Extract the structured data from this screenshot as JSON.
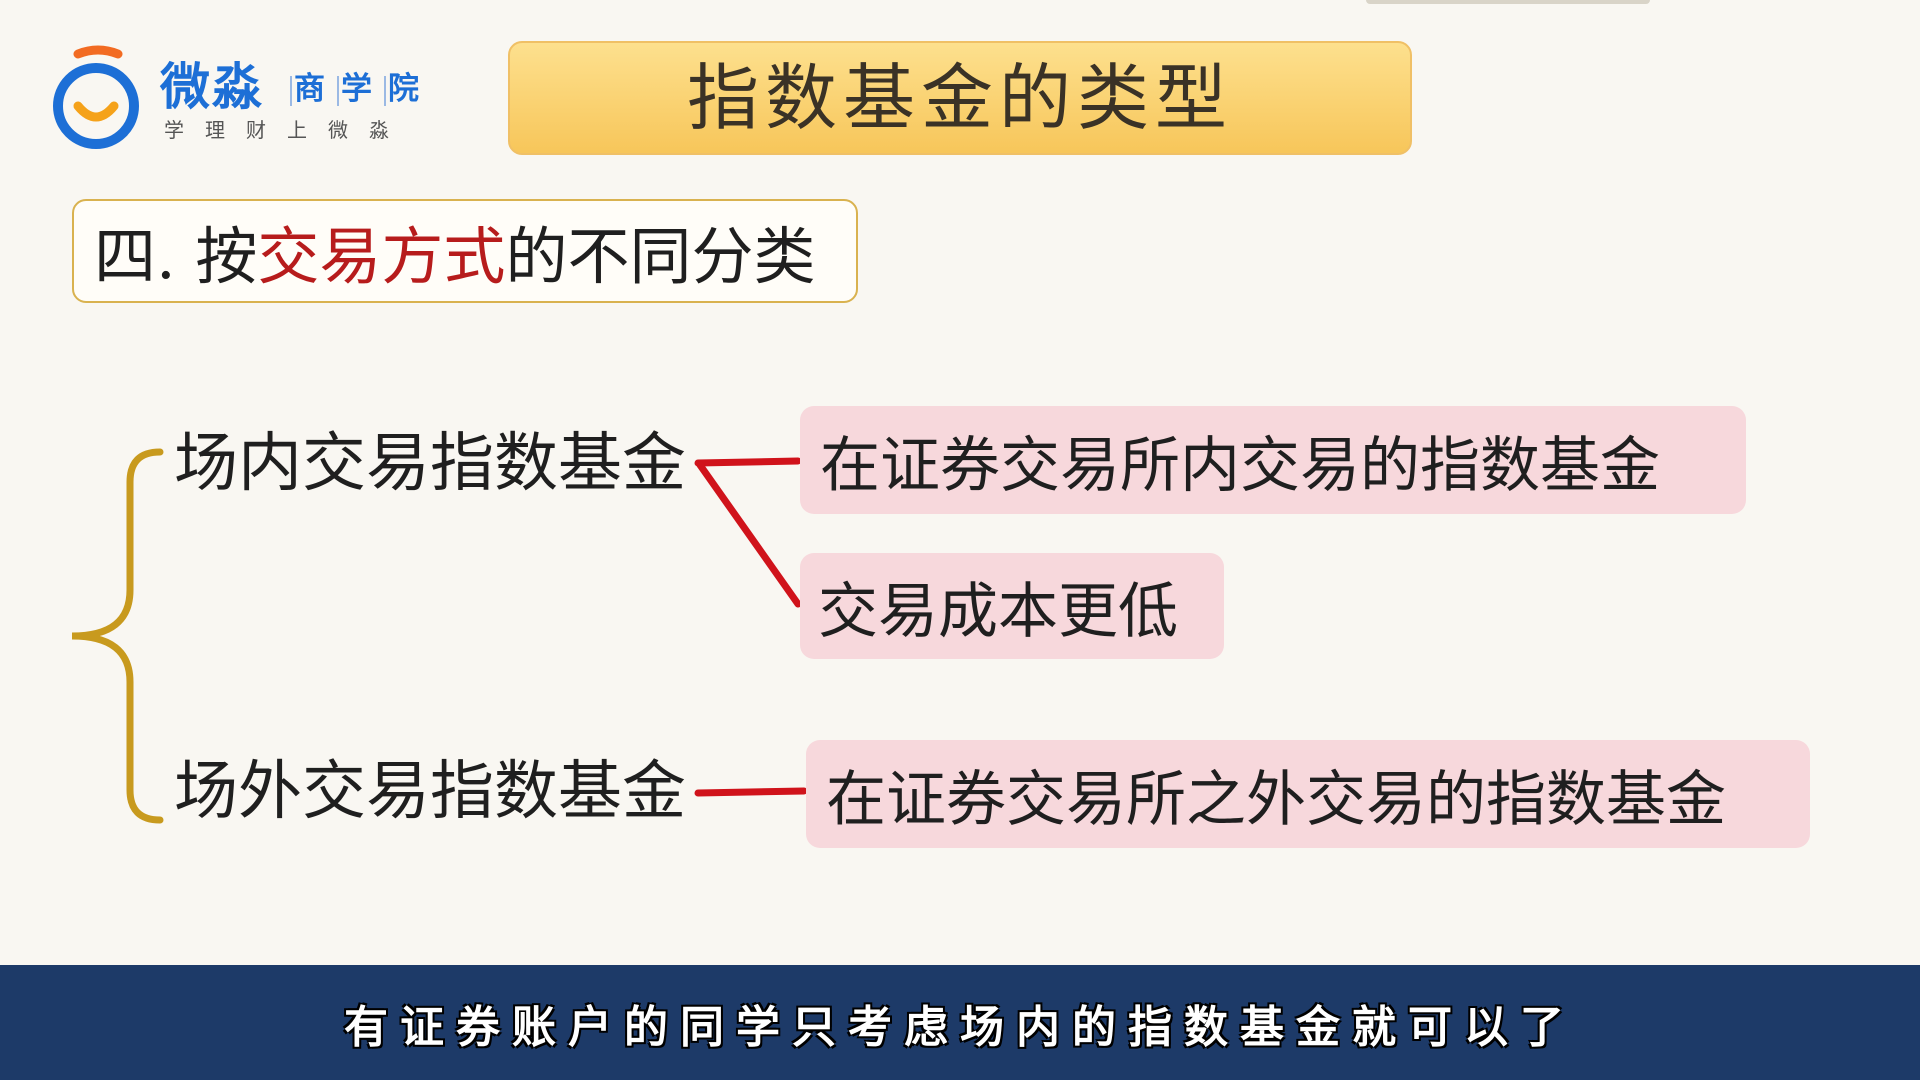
{
  "logo": {
    "name": "微淼",
    "sub": [
      "商",
      "学",
      "院"
    ],
    "slogan": "学理财上微淼"
  },
  "title": "指数基金的类型",
  "section": {
    "prefix": "四. 按",
    "highlight": "交易方式",
    "suffix": "的不同分类"
  },
  "tree": {
    "branch1": {
      "label": "场内交易指数基金",
      "details": [
        "在证券交易所内交易的指数基金",
        "交易成本更低"
      ]
    },
    "branch2": {
      "label": "场外交易指数基金",
      "details": [
        "在证券交易所之外交易的指数基金"
      ]
    }
  },
  "subtitle": "有证券账户的同学只考虑场内的指数基金就可以了",
  "colors": {
    "brand_blue": "#1d6fd6",
    "brand_orange": "#f26b22",
    "banner_yellow": "#f7c65a",
    "highlight_red": "#b71c1c",
    "brace_gold": "#c89a1e",
    "connector_red": "#d0131b",
    "detail_pink": "#f7d8dc",
    "subtitle_bg": "#1d3a68"
  }
}
